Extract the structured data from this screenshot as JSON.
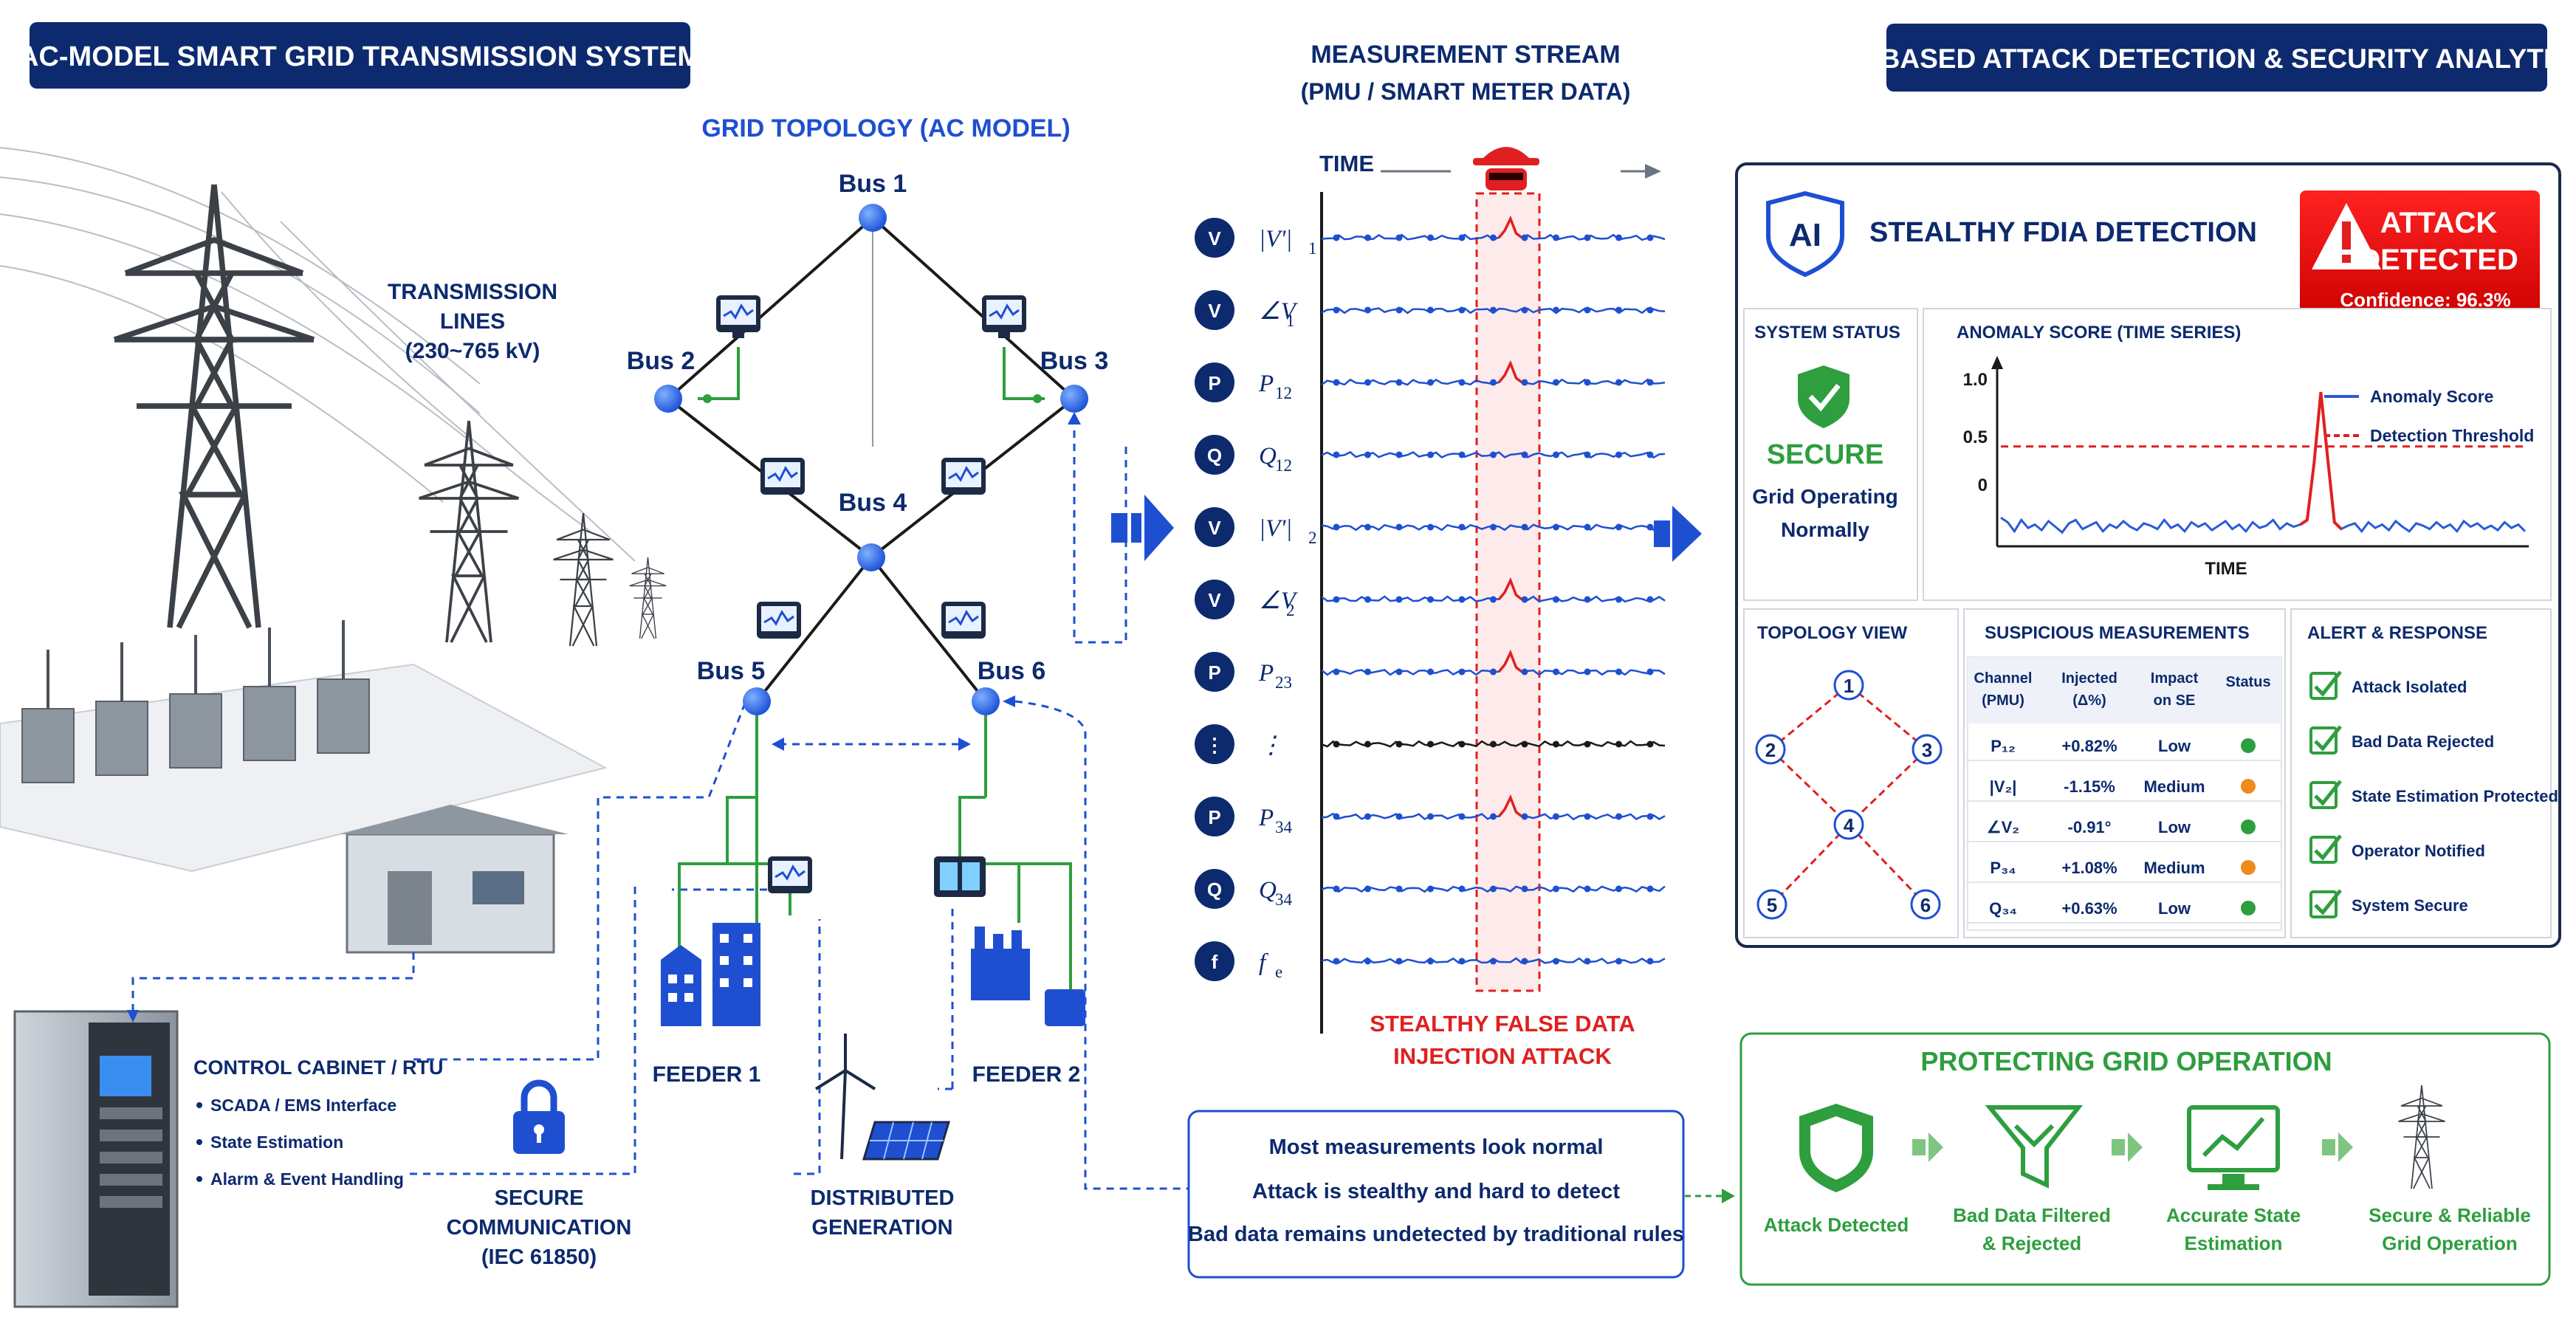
{
  "left": {
    "title": "AC-MODEL SMART GRID TRANSMISSION SYSTEM",
    "transmission_lines": [
      "TRANSMISSION",
      "LINES",
      "(230~765 kV)"
    ],
    "control_cabinet": {
      "title": "CONTROL CABINET / RTU",
      "items": [
        "SCADA / EMS Interface",
        "State Estimation",
        "Alarm & Event Handling"
      ]
    },
    "secure_comm": [
      "SECURE",
      "COMMUNICATION",
      "(IEC 61850)"
    ]
  },
  "topology": {
    "title": "GRID TOPOLOGY (AC MODEL)",
    "buses": [
      "Bus 1",
      "Bus 2",
      "Bus 3",
      "Bus 4",
      "Bus 5",
      "Bus 6"
    ],
    "feeders": [
      "FEEDER 1",
      "FEEDER 2"
    ],
    "dg": [
      "DISTRIBUTED",
      "GENERATION"
    ]
  },
  "stream": {
    "title": [
      "MEASUREMENT STREAM",
      "(PMU / SMART METER DATA)"
    ],
    "time_label": "TIME",
    "channels": [
      {
        "icon": "V",
        "base": "|V'|",
        "sub": "1",
        "spike": true
      },
      {
        "icon": "V",
        "base": "∠V",
        "sub": "1",
        "spike": false
      },
      {
        "icon": "P",
        "base": "P",
        "sub": "12",
        "spike": true
      },
      {
        "icon": "Q",
        "base": "Q",
        "sub": "12",
        "spike": false
      },
      {
        "icon": "V",
        "base": "|V'|",
        "sub": "2",
        "spike": false
      },
      {
        "icon": "V",
        "base": "∠V",
        "sub": "2",
        "spike": true
      },
      {
        "icon": "P",
        "base": "P",
        "sub": "23",
        "spike": true
      },
      {
        "icon": "⋮",
        "base": "⋮",
        "sub": "",
        "spike": false
      },
      {
        "icon": "P",
        "base": "P",
        "sub": "34",
        "spike": true
      },
      {
        "icon": "Q",
        "base": "Q",
        "sub": "34",
        "spike": false
      },
      {
        "icon": "f",
        "base": "f",
        "sub": "e",
        "spike": false
      }
    ],
    "attack_label": [
      "STEALTHY FALSE DATA",
      "INJECTION ATTACK"
    ],
    "notes": [
      "Most measurements look normal",
      "Attack is stealthy and hard to detect",
      "Bad data remains undetected by traditional rules"
    ]
  },
  "analytics": {
    "title": "AI-BASED ATTACK DETECTION & SECURITY ANALYTICS",
    "ai_badge": "AI",
    "panel_title": "STEALTHY FDIA DETECTION",
    "alert": {
      "line1": "ATTACK",
      "line2": "DETECTED",
      "confidence": "Confidence: 96.3%"
    },
    "system_status": {
      "title": "SYSTEM STATUS",
      "state": "SECURE",
      "desc": [
        "Grid Operating",
        "Normally"
      ]
    },
    "chart_data": {
      "type": "line",
      "title": "ANOMALY SCORE (TIME SERIES)",
      "xlabel": "TIME",
      "ylabel": "",
      "yticks": [
        "1.0",
        "0.5",
        "0"
      ],
      "ylim": [
        -0.4,
        1.1
      ],
      "series": [
        {
          "name": "Anomaly Score",
          "color": "#2a5bd7",
          "values": [
            -0.18,
            -0.22,
            -0.3,
            -0.2,
            -0.27,
            -0.24,
            -0.29,
            -0.21,
            -0.26,
            -0.31,
            -0.23,
            -0.2,
            -0.28,
            -0.25,
            -0.22,
            -0.3,
            -0.24,
            -0.27,
            -0.21,
            -0.26,
            -0.29,
            -0.23,
            -0.25,
            -0.28,
            -0.2,
            -0.27,
            -0.24,
            -0.3,
            -0.22,
            -0.26,
            -0.23,
            -0.29,
            -0.25,
            -0.21,
            -0.28,
            -0.24,
            -0.3,
            -0.22,
            -0.27,
            -0.25,
            -0.2,
            -0.28,
            -0.23,
            -0.26,
            -0.24,
            -0.2,
            0.3,
            0.93,
            0.35,
            -0.22,
            -0.28,
            -0.25,
            -0.23,
            -0.3,
            -0.22,
            -0.27,
            -0.24,
            -0.29,
            -0.21,
            -0.26,
            -0.3,
            -0.23,
            -0.25,
            -0.28,
            -0.22,
            -0.27,
            -0.24,
            -0.3,
            -0.21,
            -0.26,
            -0.23,
            -0.28,
            -0.25,
            -0.29,
            -0.22,
            -0.27,
            -0.24,
            -0.3
          ]
        },
        {
          "name": "Detection Threshold",
          "color": "#e02020",
          "values": [
            0.45
          ]
        }
      ]
    },
    "topology_view": {
      "title": "TOPOLOGY VIEW",
      "nodes": [
        "1",
        "2",
        "3",
        "4",
        "5",
        "6"
      ]
    },
    "suspicious": {
      "title": "SUSPICIOUS MEASUREMENTS",
      "headers": [
        "Channel (PMU)",
        "Injected (Δ%)",
        "Impact on SE",
        "Status"
      ],
      "rows": [
        {
          "ch": "P₁₂",
          "inj": "+0.82%",
          "impact": "Low",
          "status": "#2e9e3e"
        },
        {
          "ch": "|V₂|",
          "inj": "-1.15%",
          "impact": "Medium",
          "status": "#f08a1c"
        },
        {
          "ch": "∠V₂",
          "inj": "-0.91°",
          "impact": "Low",
          "status": "#2e9e3e"
        },
        {
          "ch": "P₃₄",
          "inj": "+1.08%",
          "impact": "Medium",
          "status": "#f08a1c"
        },
        {
          "ch": "Q₃₄",
          "inj": "+0.63%",
          "impact": "Low",
          "status": "#2e9e3e"
        }
      ]
    },
    "alert_response": {
      "title": "ALERT & RESPONSE",
      "items": [
        "Attack Isolated",
        "Bad Data Rejected",
        "State Estimation Protected",
        "Operator Notified",
        "System Secure"
      ]
    },
    "protecting": {
      "title": "PROTECTING GRID OPERATION",
      "steps": [
        {
          "icon": "shield-icon",
          "label": [
            "Attack Detected"
          ]
        },
        {
          "icon": "filter-icon",
          "label": [
            "Bad Data Filtered",
            "& Rejected"
          ]
        },
        {
          "icon": "monitor-icon",
          "label": [
            "Accurate State",
            "Estimation"
          ]
        },
        {
          "icon": "tower-icon",
          "label": [
            "Secure & Reliable",
            "Grid Operation"
          ]
        }
      ]
    }
  },
  "colors": {
    "navy": "#0d2a6e",
    "blue": "#1f4fd1",
    "red": "#e02020",
    "green": "#2e9e3e"
  }
}
